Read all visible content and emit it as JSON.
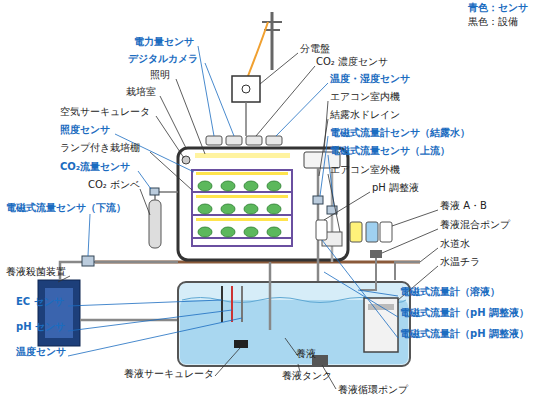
{
  "diagram": {
    "labels": [
      "青色：センサ",
      "黒色：設備",
      "電力量センサ",
      "分電盤",
      "デジタルカメラ",
      "CO₂ 濃度センサ",
      "照明",
      "温度・湿度センサ",
      "栽培室",
      "エアコン室内機",
      "空気サーキュレータ",
      "結露水ドレイン",
      "照度センサ",
      "電磁式流量計センサ（結露水）",
      "ランプ付き栽培棚",
      "電磁式流量センサ（上流）",
      "CO₂流量センサ",
      "エアコン室外機",
      "CO₂ ボンベ",
      "pH 調整液",
      "電磁式流量センサ（下流）",
      "養液 A・B",
      "養液混合ポンプ",
      "水道水",
      "水温チラ",
      "養液殺菌装置",
      "電磁式流量計（溶液）",
      "EC センサ",
      "電磁式流量計（pH 調整液）",
      "pH センサ",
      "電磁式流量計（pH 調整液）",
      "温度センサ",
      "養液",
      "養液サーキュレータ",
      "養液タンク",
      "養液循環ポンプ"
    ]
  }
}
